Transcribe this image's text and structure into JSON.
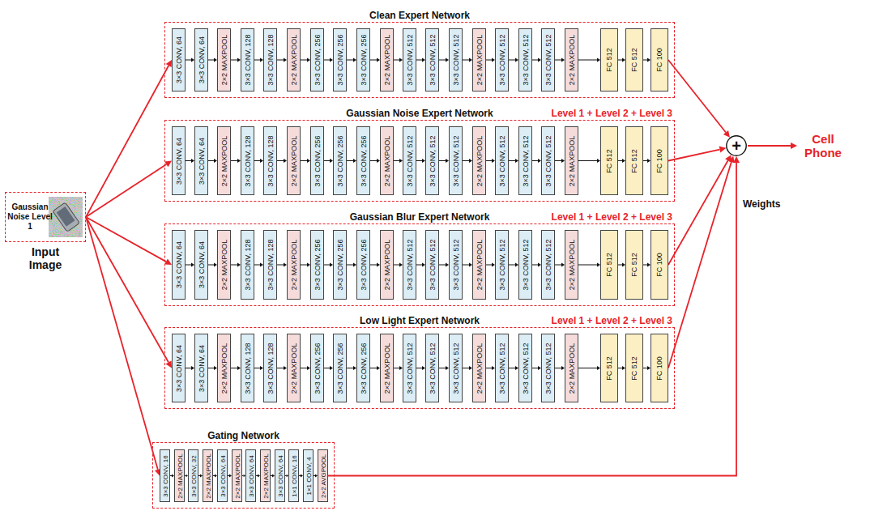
{
  "diagram": {
    "nodes": [
      {
        "text": [
          "Gaussian Noise Level 1",
          "Input Image"
        ]
      },
      {
        "text": [
          "Clean Expert Network"
        ]
      },
      {
        "text": [
          "3×3 CONV, 64"
        ],
        "in": 1
      },
      {
        "text": [
          "3×3 CONV, 64"
        ],
        "in": 1
      },
      {
        "text": [
          "2×2 MAXPOOL"
        ],
        "in": 1
      },
      {
        "text": [
          "3×3 CONV, 128"
        ],
        "in": 1
      },
      {
        "text": [
          "3×3 CONV, 128"
        ],
        "in": 1
      },
      {
        "text": [
          "2×2 MAXPOOL"
        ],
        "in": 1
      },
      {
        "text": [
          "3×3 CONV, 256"
        ],
        "in": 1
      },
      {
        "text": [
          "3×3 CONV, 256"
        ],
        "in": 1
      },
      {
        "text": [
          "3×3 CONV, 256"
        ],
        "in": 1
      },
      {
        "text": [
          "2×2 MAXPOOL"
        ],
        "in": 1
      },
      {
        "text": [
          "3×3 CONV, 512"
        ],
        "in": 1
      },
      {
        "text": [
          "3×3 CONV, 512"
        ],
        "in": 1
      },
      {
        "text": [
          "3×3 CONV, 512"
        ],
        "in": 1
      },
      {
        "text": [
          "2×2 MAXPOOL"
        ],
        "in": 1
      },
      {
        "text": [
          "3×3 CONV, 512"
        ],
        "in": 1
      },
      {
        "text": [
          "3×3 CONV, 512"
        ],
        "in": 1
      },
      {
        "text": [
          "3×3 CONV, 512"
        ],
        "in": 1
      },
      {
        "text": [
          "2×2 MAXPOOL"
        ],
        "in": 1
      },
      {
        "text": [
          "FC 512"
        ],
        "in": 1
      },
      {
        "text": [
          "FC 512"
        ],
        "in": 1
      },
      {
        "text": [
          "FC 100"
        ],
        "in": 1
      },
      {
        "text": [
          "Gaussian Noise Expert Network",
          "Level 1 + Level 2 + Level 3"
        ]
      },
      {
        "text": [
          "3×3 CONV, 64"
        ],
        "in": 23
      },
      {
        "text": [
          "3×3 CONV, 64"
        ],
        "in": 23
      },
      {
        "text": [
          "2×2 MAXPOOL"
        ],
        "in": 23
      },
      {
        "text": [
          "3×3 CONV, 128"
        ],
        "in": 23
      },
      {
        "text": [
          "3×3 CONV, 128"
        ],
        "in": 23
      },
      {
        "text": [
          "2×2 MAXPOOL"
        ],
        "in": 23
      },
      {
        "text": [
          "3×3 CONV, 256"
        ],
        "in": 23
      },
      {
        "text": [
          "3×3 CONV, 256"
        ],
        "in": 23
      },
      {
        "text": [
          "3×3 CONV, 256"
        ],
        "in": 23
      },
      {
        "text": [
          "2×2 MAXPOOL"
        ],
        "in": 23
      },
      {
        "text": [
          "3×3 CONV, 512"
        ],
        "in": 23
      },
      {
        "text": [
          "3×3 CONV, 512"
        ],
        "in": 23
      },
      {
        "text": [
          "3×3 CONV, 512"
        ],
        "in": 23
      },
      {
        "text": [
          "2×2 MAXPOOL"
        ],
        "in": 23
      },
      {
        "text": [
          "3×3 CONV, 512"
        ],
        "in": 23
      },
      {
        "text": [
          "3×3 CONV, 512"
        ],
        "in": 23
      },
      {
        "text": [
          "3×3 CONV, 512"
        ],
        "in": 23
      },
      {
        "text": [
          "2×2 MAXPOOL"
        ],
        "in": 23
      },
      {
        "text": [
          "FC 512"
        ],
        "in": 23
      },
      {
        "text": [
          "FC 512"
        ],
        "in": 23
      },
      {
        "text": [
          "FC 100"
        ],
        "in": 23
      },
      {
        "text": [
          "Gaussian Blur Expert Network",
          "Level 1 + Level 2 + Level 3"
        ]
      },
      {
        "text": [
          "3×3 CONV, 64"
        ],
        "in": 45
      },
      {
        "text": [
          "3×3 CONV, 64"
        ],
        "in": 45
      },
      {
        "text": [
          "2×2 MAXPOOL"
        ],
        "in": 45
      },
      {
        "text": [
          "3×3 CONV, 128"
        ],
        "in": 45
      },
      {
        "text": [
          "3×3 CONV, 128"
        ],
        "in": 45
      },
      {
        "text": [
          "2×2 MAXPOOL"
        ],
        "in": 45
      },
      {
        "text": [
          "3×3 CONV, 256"
        ],
        "in": 45
      },
      {
        "text": [
          "3×3 CONV, 256"
        ],
        "in": 45
      },
      {
        "text": [
          "3×3 CONV, 256"
        ],
        "in": 45
      },
      {
        "text": [
          "2×2 MAXPOOL"
        ],
        "in": 45
      },
      {
        "text": [
          "3×3 CONV, 512"
        ],
        "in": 45
      },
      {
        "text": [
          "3×3 CONV, 512"
        ],
        "in": 45
      },
      {
        "text": [
          "3×3 CONV, 512"
        ],
        "in": 45
      },
      {
        "text": [
          "2×2 MAXPOOL"
        ],
        "in": 45
      },
      {
        "text": [
          "3×3 CONV, 512"
        ],
        "in": 45
      },
      {
        "text": [
          "3×3 CONV, 512"
        ],
        "in": 45
      },
      {
        "text": [
          "3×3 CONV, 512"
        ],
        "in": 45
      },
      {
        "text": [
          "2×2 MAXPOOL"
        ],
        "in": 45
      },
      {
        "text": [
          "FC 512"
        ],
        "in": 45
      },
      {
        "text": [
          "FC 512"
        ],
        "in": 45
      },
      {
        "text": [
          "FC 100"
        ],
        "in": 45
      },
      {
        "text": [
          "Low Light Expert Network",
          "Level 1 + Level 2 + Level 3"
        ]
      },
      {
        "text": [
          "3×3 CONV, 64"
        ],
        "in": 67
      },
      {
        "text": [
          "3×3 CONV, 64"
        ],
        "in": 67
      },
      {
        "text": [
          "2×2 MAXPOOL"
        ],
        "in": 67
      },
      {
        "text": [
          "3×3 CONV, 128"
        ],
        "in": 67
      },
      {
        "text": [
          "3×3 CONV, 128"
        ],
        "in": 67
      },
      {
        "text": [
          "2×2 MAXPOOL"
        ],
        "in": 67
      },
      {
        "text": [
          "3×3 CONV, 256"
        ],
        "in": 67
      },
      {
        "text": [
          "3×3 CONV, 256"
        ],
        "in": 67
      },
      {
        "text": [
          "3×3 CONV, 256"
        ],
        "in": 67
      },
      {
        "text": [
          "2×2 MAXPOOL"
        ],
        "in": 67
      },
      {
        "text": [
          "3×3 CONV, 512"
        ],
        "in": 67
      },
      {
        "text": [
          "3×3 CONV, 512"
        ],
        "in": 67
      },
      {
        "text": [
          "3×3 CONV, 512"
        ],
        "in": 67
      },
      {
        "text": [
          "2×2 MAXPOOL"
        ],
        "in": 67
      },
      {
        "text": [
          "3×3 CONV, 512"
        ],
        "in": 67
      },
      {
        "text": [
          "3×3 CONV, 512"
        ],
        "in": 67
      },
      {
        "text": [
          "3×3 CONV, 512"
        ],
        "in": 67
      },
      {
        "text": [
          "2×2 MAXPOOL"
        ],
        "in": 67
      },
      {
        "text": [
          "FC 512"
        ],
        "in": 67
      },
      {
        "text": [
          "FC 512"
        ],
        "in": 67
      },
      {
        "text": [
          "FC 100"
        ],
        "in": 67
      },
      {
        "text": [
          "Gating Network"
        ]
      },
      {
        "text": [
          "3×3 CONV, 16"
        ],
        "in": 89
      },
      {
        "text": [
          "2×2 MAXPOOL"
        ],
        "in": 89
      },
      {
        "text": [
          "3×3 CONV, 32"
        ],
        "in": 89
      },
      {
        "text": [
          "2×2 MAXPOOL"
        ],
        "in": 89
      },
      {
        "text": [
          "3×3 CONV, 64"
        ],
        "in": 89
      },
      {
        "text": [
          "2×2 MAXPOOL"
        ],
        "in": 89
      },
      {
        "text": [
          "3×3 CONV, 64"
        ],
        "in": 89
      },
      {
        "text": [
          "2×2 MAXPOOL"
        ],
        "in": 89
      },
      {
        "text": [
          "3×3 CONV, 64"
        ],
        "in": 89
      },
      {
        "text": [
          "1×1 CONV, 16"
        ],
        "in": 89
      },
      {
        "text": [
          "1×1 CONV, 4"
        ],
        "in": 89
      },
      {
        "text": [
          "2×2 AVGPOOL"
        ],
        "in": 89
      },
      {
        "text": [
          "+"
        ]
      }
    ],
    "edges": [
      {
        "from": 0,
        "to": 2,
        "arrow": "to"
      },
      {
        "from": 0,
        "to": 24,
        "arrow": "to"
      },
      {
        "from": 0,
        "to": 46,
        "arrow": "to"
      },
      {
        "from": 0,
        "to": 68,
        "arrow": "to"
      },
      {
        "from": 0,
        "to": 90,
        "arrow": "to"
      },
      {
        "from": 2,
        "to": 3,
        "arrow": "to"
      },
      {
        "from": 3,
        "to": 4,
        "arrow": "to"
      },
      {
        "from": 4,
        "to": 5,
        "arrow": "to"
      },
      {
        "from": 5,
        "to": 6,
        "arrow": "to"
      },
      {
        "from": 6,
        "to": 7,
        "arrow": "to"
      },
      {
        "from": 7,
        "to": 8,
        "arrow": "to"
      },
      {
        "from": 8,
        "to": 9,
        "arrow": "to"
      },
      {
        "from": 9,
        "to": 10,
        "arrow": "to"
      },
      {
        "from": 10,
        "to": 11,
        "arrow": "to"
      },
      {
        "from": 11,
        "to": 12,
        "arrow": "to"
      },
      {
        "from": 12,
        "to": 13,
        "arrow": "to"
      },
      {
        "from": 13,
        "to": 14,
        "arrow": "to"
      },
      {
        "from": 14,
        "to": 15,
        "arrow": "to"
      },
      {
        "from": 15,
        "to": 16,
        "arrow": "to"
      },
      {
        "from": 16,
        "to": 17,
        "arrow": "to"
      },
      {
        "from": 17,
        "to": 18,
        "arrow": "to"
      },
      {
        "from": 18,
        "to": 19,
        "arrow": "to"
      },
      {
        "from": 19,
        "to": 20,
        "arrow": "to"
      },
      {
        "from": 20,
        "to": 21,
        "arrow": "to"
      },
      {
        "from": 21,
        "to": 22,
        "arrow": "to"
      },
      {
        "from": 24,
        "to": 25,
        "arrow": "to"
      },
      {
        "from": 25,
        "to": 26,
        "arrow": "to"
      },
      {
        "from": 26,
        "to": 27,
        "arrow": "to"
      },
      {
        "from": 27,
        "to": 28,
        "arrow": "to"
      },
      {
        "from": 28,
        "to": 29,
        "arrow": "to"
      },
      {
        "from": 29,
        "to": 30,
        "arrow": "to"
      },
      {
        "from": 30,
        "to": 31,
        "arrow": "to"
      },
      {
        "from": 31,
        "to": 32,
        "arrow": "to"
      },
      {
        "from": 32,
        "to": 33,
        "arrow": "to"
      },
      {
        "from": 33,
        "to": 34,
        "arrow": "to"
      },
      {
        "from": 34,
        "to": 35,
        "arrow": "to"
      },
      {
        "from": 35,
        "to": 36,
        "arrow": "to"
      },
      {
        "from": 36,
        "to": 37,
        "arrow": "to"
      },
      {
        "from": 37,
        "to": 38,
        "arrow": "to"
      },
      {
        "from": 38,
        "to": 39,
        "arrow": "to"
      },
      {
        "from": 39,
        "to": 40,
        "arrow": "to"
      },
      {
        "from": 40,
        "to": 41,
        "arrow": "to"
      },
      {
        "from": 41,
        "to": 42,
        "arrow": "to"
      },
      {
        "from": 42,
        "to": 43,
        "arrow": "to"
      },
      {
        "from": 43,
        "to": 44,
        "arrow": "to"
      },
      {
        "from": 46,
        "to": 47,
        "arrow": "to"
      },
      {
        "from": 47,
        "to": 48,
        "arrow": "to"
      },
      {
        "from": 48,
        "to": 49,
        "arrow": "to"
      },
      {
        "from": 49,
        "to": 50,
        "arrow": "to"
      },
      {
        "from": 50,
        "to": 51,
        "arrow": "to"
      },
      {
        "from": 51,
        "to": 52,
        "arrow": "to"
      },
      {
        "from": 52,
        "to": 53,
        "arrow": "to"
      },
      {
        "from": 53,
        "to": 54,
        "arrow": "to"
      },
      {
        "from": 54,
        "to": 55,
        "arrow": "to"
      },
      {
        "from": 55,
        "to": 56,
        "arrow": "to"
      },
      {
        "from": 56,
        "to": 57,
        "arrow": "to"
      },
      {
        "from": 57,
        "to": 58,
        "arrow": "to"
      },
      {
        "from": 58,
        "to": 59,
        "arrow": "to"
      },
      {
        "from": 59,
        "to": 60,
        "arrow": "to"
      },
      {
        "from": 60,
        "to": 61,
        "arrow": "to"
      },
      {
        "from": 61,
        "to": 62,
        "arrow": "to"
      },
      {
        "from": 62,
        "to": 63,
        "arrow": "to"
      },
      {
        "from": 63,
        "to": 64,
        "arrow": "to"
      },
      {
        "from": 64,
        "to": 65,
        "arrow": "to"
      },
      {
        "from": 65,
        "to": 66,
        "arrow": "to"
      },
      {
        "from": 68,
        "to": 69,
        "arrow": "to"
      },
      {
        "from": 69,
        "to": 70,
        "arrow": "to"
      },
      {
        "from": 70,
        "to": 71,
        "arrow": "to"
      },
      {
        "from": 71,
        "to": 72,
        "arrow": "to"
      },
      {
        "from": 72,
        "to": 73,
        "arrow": "to"
      },
      {
        "from": 73,
        "to": 74,
        "arrow": "to"
      },
      {
        "from": 74,
        "to": 75,
        "arrow": "to"
      },
      {
        "from": 75,
        "to": 76,
        "arrow": "to"
      },
      {
        "from": 76,
        "to": 77,
        "arrow": "to"
      },
      {
        "from": 77,
        "to": 78,
        "arrow": "to"
      },
      {
        "from": 78,
        "to": 79,
        "arrow": "to"
      },
      {
        "from": 79,
        "to": 80,
        "arrow": "to"
      },
      {
        "from": 80,
        "to": 81,
        "arrow": "to"
      },
      {
        "from": 81,
        "to": 82,
        "arrow": "to"
      },
      {
        "from": 82,
        "to": 83,
        "arrow": "to"
      },
      {
        "from": 83,
        "to": 84,
        "arrow": "to"
      },
      {
        "from": 84,
        "to": 85,
        "arrow": "to"
      },
      {
        "from": 85,
        "to": 86,
        "arrow": "to"
      },
      {
        "from": 86,
        "to": 87,
        "arrow": "to"
      },
      {
        "from": 87,
        "to": 88,
        "arrow": "to"
      },
      {
        "from": 90,
        "to": 91,
        "arrow": "to"
      },
      {
        "from": 91,
        "to": 92,
        "arrow": "to"
      },
      {
        "from": 92,
        "to": 93,
        "arrow": "to"
      },
      {
        "from": 93,
        "to": 94,
        "arrow": "to"
      },
      {
        "from": 94,
        "to": 95,
        "arrow": "to"
      },
      {
        "from": 95,
        "to": 96,
        "arrow": "to"
      },
      {
        "from": 96,
        "to": 97,
        "arrow": "to"
      },
      {
        "from": 97,
        "to": 98,
        "arrow": "to"
      },
      {
        "from": 98,
        "to": 99,
        "arrow": "to"
      },
      {
        "from": 99,
        "to": 100,
        "arrow": "to"
      },
      {
        "from": 100,
        "to": 101,
        "arrow": "to"
      },
      {
        "from": 22,
        "to": 102,
        "arrow": "to"
      },
      {
        "from": 44,
        "to": 102,
        "arrow": "to"
      },
      {
        "from": 66,
        "to": 102,
        "arrow": "to"
      },
      {
        "from": 88,
        "to": 102,
        "arrow": "to"
      },
      {
        "from": 101,
        "to": 102,
        "label": "Weights",
        "arrow": "to"
      }
    ],
    "labels": [
      "Cell Phone"
    ]
  }
}
